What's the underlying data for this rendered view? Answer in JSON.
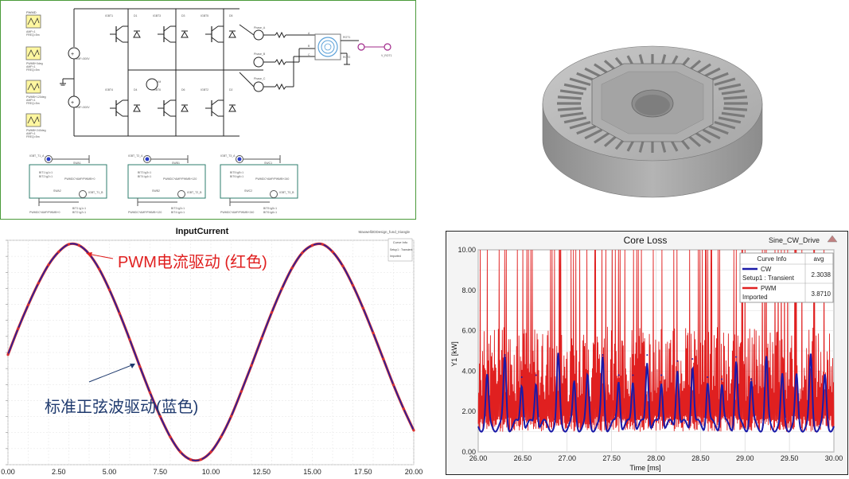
{
  "schematic": {
    "params_blocks": [
      {
        "name": "PWMD",
        "lines": [
          "AMP=1",
          "FREQ=5m"
        ]
      },
      {
        "name": "PWMB+0deg",
        "lines": [
          "AMP=1",
          "FREQ=5m"
        ]
      },
      {
        "name": "PWMB+120deg",
        "lines": [
          "AMP=1",
          "FREQ=5m"
        ]
      },
      {
        "name": "PWMB+240deg",
        "lines": [
          "AMP=1",
          "FREQ=5m"
        ]
      }
    ],
    "igbt_labels": [
      "IGBT1",
      "IGBT3",
      "IGBT5",
      "IGBT4",
      "IGBT6",
      "IGBT2"
    ],
    "diode_labels": [
      "D1",
      "D3",
      "D5",
      "D4",
      "D6",
      "D2"
    ],
    "phase_labels": [
      "Phase_A",
      "Phase_B",
      "Phase_C"
    ],
    "terminal_labels": [
      "A",
      "B",
      "C"
    ],
    "source_label": "EMF=300V",
    "meter_label": "VM",
    "winding_labels": [
      "ROT1",
      "ROT2"
    ],
    "ground_label": "V_ROT1",
    "pwm_blocks": [
      {
        "source": "IGBT_T1_A",
        "switch": "SWA1",
        "cond": "PWMDC*AMP/PWMB+0",
        "gates": [
          "BIT1 ig1=1",
          "BIT2 ig2=1"
        ],
        "bottom_switch": "SWA2",
        "meter": "IGBT_T1_B"
      },
      {
        "source": "IGBT_T2_A",
        "switch": "SWB1",
        "cond": "PWMDC*AMP/PWMB+120",
        "gates": [
          "BIT3 ig3=1",
          "BIT4 ig4=1"
        ],
        "bottom_switch": "SWB2",
        "meter": "IGBT_T2_B"
      },
      {
        "source": "IGBT_T3_A",
        "switch": "SWC1",
        "cond": "PWMDC*AMP/PWMB+240",
        "gates": [
          "BIT5 ig5=1",
          "BIT6 ig6=1"
        ],
        "bottom_switch": "SWC2",
        "meter": "IGBT_T3_B"
      }
    ]
  },
  "input_current": {
    "title": "InputCurrent",
    "design_label": "Maxwell2DDesign_fund_triangle",
    "legend_header": "Curve Info",
    "legend_lines": [
      "Setup1 : Transient",
      "Imported"
    ],
    "annotations": {
      "red": "PWM电流驱动 (红色)",
      "blue": "标准正弦波驱动(蓝色)"
    },
    "annotation_colors": {
      "red": "#e02020",
      "blue": "#1f3a6e"
    },
    "chart_data": {
      "type": "line",
      "title": "InputCurrent",
      "xlim": [
        0,
        20
      ],
      "ylim": [
        -1,
        1
      ],
      "x_ticks": [
        "0.00",
        "2.50",
        "5.00",
        "7.50",
        "10.00",
        "12.50",
        "15.00",
        "17.50",
        "20.00"
      ],
      "series": [
        {
          "name": "Setup1 : Transient",
          "color": "#2020a0",
          "x": [
            0,
            0.5,
            1,
            1.5,
            2,
            2.5,
            3,
            3.5,
            4,
            4.5,
            5,
            5.5,
            6,
            6.5,
            7,
            7.5,
            8,
            8.5,
            9,
            9.5,
            10,
            10.5,
            11,
            11.5,
            12,
            12.5,
            13,
            13.5,
            14,
            14.5,
            15,
            15.5,
            16,
            16.5,
            17,
            17.5,
            18,
            18.5,
            19,
            19.5,
            20
          ],
          "y": [
            -0.02,
            0.22,
            0.44,
            0.64,
            0.81,
            0.93,
            1.0,
            0.99,
            0.91,
            0.77,
            0.58,
            0.36,
            0.12,
            -0.13,
            -0.37,
            -0.59,
            -0.78,
            -0.92,
            -0.99,
            -0.99,
            -0.92,
            -0.78,
            -0.59,
            -0.36,
            -0.12,
            0.13,
            0.37,
            0.59,
            0.78,
            0.92,
            0.99,
            1.0,
            0.93,
            0.8,
            0.62,
            0.41,
            0.18,
            -0.06,
            -0.3,
            -0.52,
            -0.72
          ]
        },
        {
          "name": "Imported",
          "color": "#d83030",
          "x": [
            0,
            0.5,
            1,
            1.5,
            2,
            2.5,
            3,
            3.5,
            4,
            4.5,
            5,
            5.5,
            6,
            6.5,
            7,
            7.5,
            8,
            8.5,
            9,
            9.5,
            10,
            10.5,
            11,
            11.5,
            12,
            12.5,
            13,
            13.5,
            14,
            14.5,
            15,
            15.5,
            16,
            16.5,
            17,
            17.5,
            18,
            18.5,
            19,
            19.5,
            20
          ],
          "y": [
            -0.02,
            0.22,
            0.44,
            0.64,
            0.81,
            0.93,
            1.0,
            0.99,
            0.91,
            0.77,
            0.58,
            0.36,
            0.12,
            -0.13,
            -0.37,
            -0.59,
            -0.78,
            -0.92,
            -0.99,
            -0.99,
            -0.92,
            -0.78,
            -0.59,
            -0.36,
            -0.12,
            0.13,
            0.37,
            0.59,
            0.78,
            0.92,
            0.99,
            1.0,
            0.93,
            0.8,
            0.62,
            0.41,
            0.18,
            -0.06,
            -0.3,
            -0.52,
            -0.72
          ]
        }
      ]
    }
  },
  "core_loss": {
    "title": "Core Loss",
    "design_label": "Sine_CW_Drive",
    "legend": {
      "header": [
        "Curve Info",
        "avg"
      ],
      "rows": [
        {
          "name": "CW",
          "sub": "Setup1 : Transient",
          "avg": "2.3038",
          "color": "#1a1aa8"
        },
        {
          "name": "PWM",
          "sub": "Imported",
          "avg": "3.8710",
          "color": "#e02020"
        }
      ]
    },
    "chart_data": {
      "type": "line",
      "title": "Core Loss",
      "xlabel": "Time [ms]",
      "ylabel": "Y1 [kW]",
      "xlim": [
        26,
        30
      ],
      "ylim": [
        0,
        10
      ],
      "x_ticks": [
        "26.00",
        "26.50",
        "27.00",
        "27.50",
        "28.00",
        "28.50",
        "29.00",
        "29.50",
        "30.00"
      ],
      "y_ticks": [
        "0.00",
        "2.00",
        "4.00",
        "6.00",
        "8.00",
        "10.00"
      ],
      "series": [
        {
          "name": "CW",
          "sub": "Setup1 : Transient",
          "avg": 2.3038,
          "color": "#1a1aa8",
          "peak_x": [
            26.1,
            26.3,
            26.49,
            26.65,
            26.9,
            27.08,
            27.23,
            27.4,
            27.58,
            27.74,
            27.9,
            28.06,
            28.24,
            28.41,
            28.58,
            28.74,
            28.9,
            29.07,
            29.24,
            29.42,
            29.58,
            29.74,
            29.9
          ],
          "peak_y": [
            3.8,
            4.8,
            3.7,
            3.8,
            4.8,
            3.5,
            3.8,
            4.8,
            3.8,
            3.8,
            4.8,
            3.8,
            4.5,
            4.6,
            3.7,
            3.6,
            4.7,
            3.6,
            4.7,
            3.8,
            3.8,
            4.8,
            3.8
          ],
          "baseline": 1.9
        },
        {
          "name": "PWM",
          "sub": "Imported",
          "avg": 3.871,
          "color": "#e02020",
          "min": 1.0,
          "max": 10.0,
          "typical_max": 6.2
        }
      ]
    }
  }
}
